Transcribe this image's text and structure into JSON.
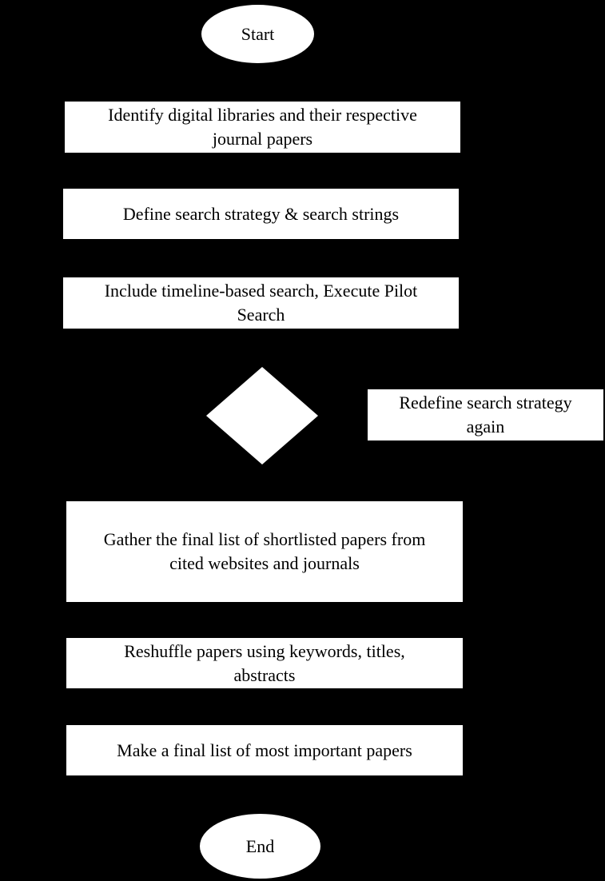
{
  "diagram": {
    "start": "Start",
    "step1": "Identify digital libraries and their respective\njournal papers",
    "step2": "Define search strategy & search strings",
    "step3": "Include timeline-based search, Execute Pilot\nSearch",
    "side_box": "Redefine search strategy\nagain",
    "step4": "Gather the final list of shortlisted papers from\ncited websites and journals",
    "step5": "Reshuffle papers using keywords, titles,\nabstracts",
    "step6": "Make a final list of most important papers",
    "end": "End"
  },
  "colors": {
    "background": "#000000",
    "shape_fill": "#ffffff",
    "text": "#000000"
  }
}
